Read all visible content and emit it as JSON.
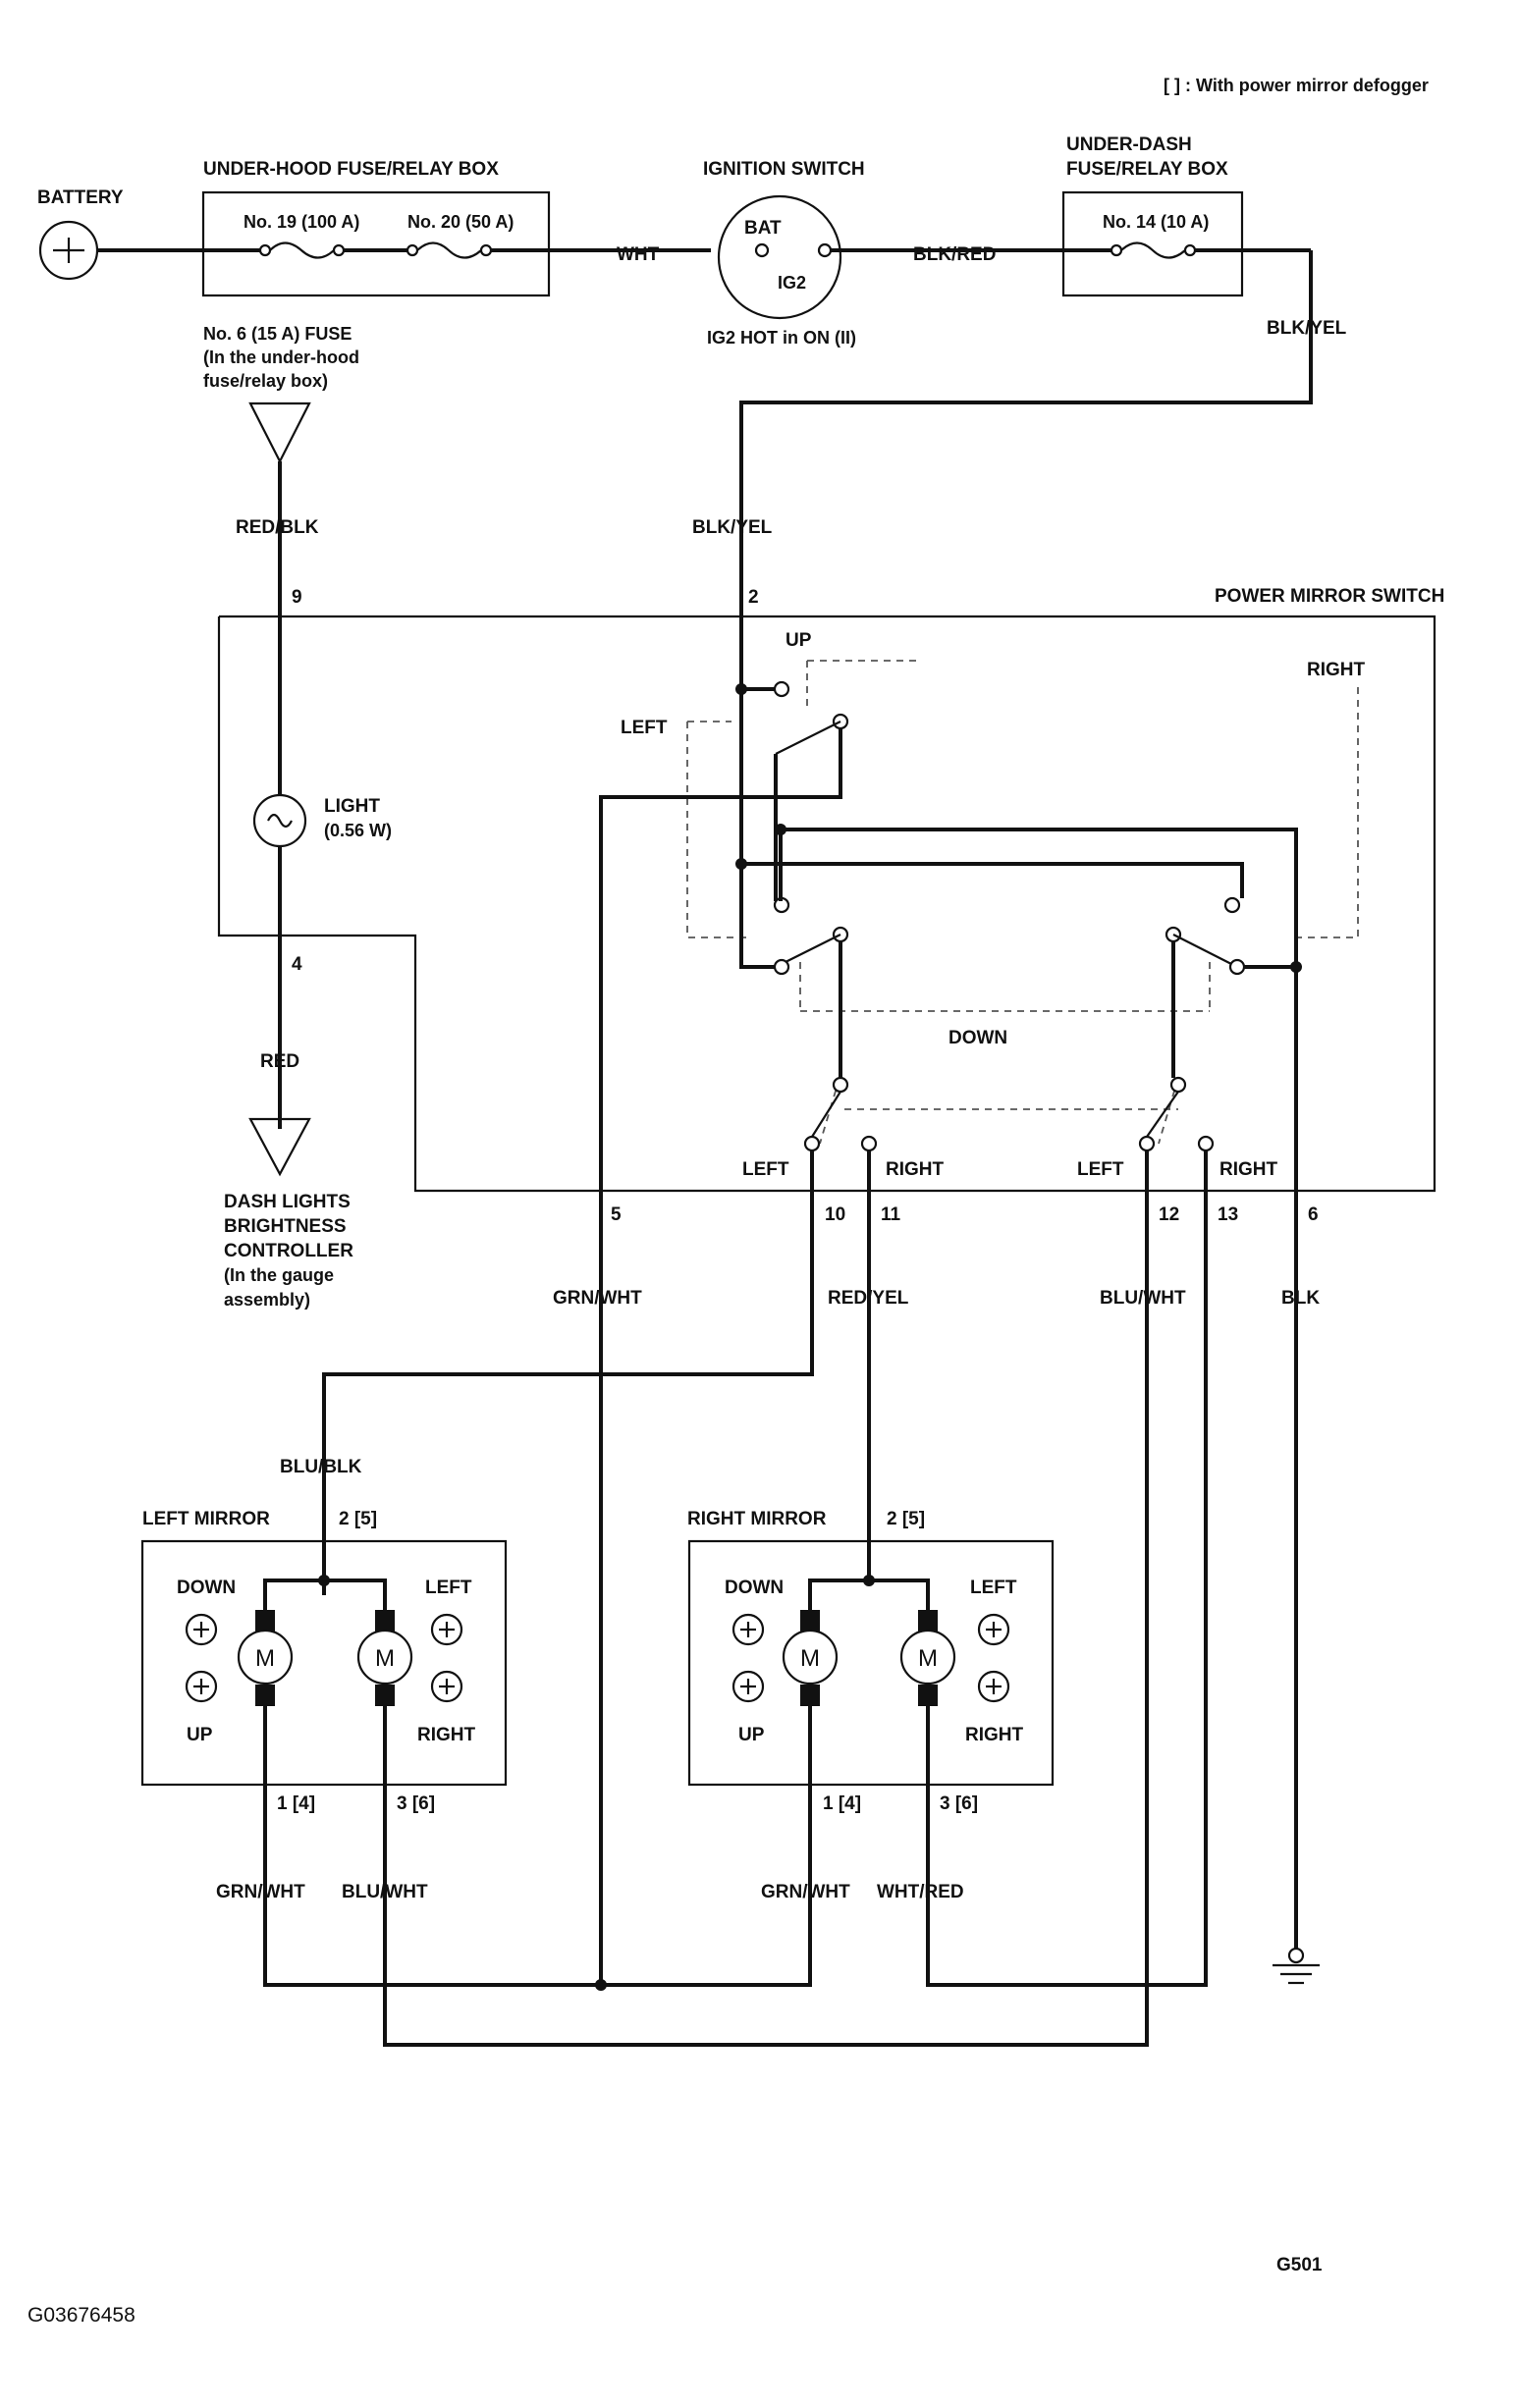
{
  "note": "[  ] : With power mirror defogger",
  "figure_id": "G03676458",
  "battery": {
    "label": "BATTERY"
  },
  "underhood_box": {
    "label": "UNDER-HOOD FUSE/RELAY BOX",
    "fuse_a": "No. 19 (100 A)",
    "fuse_b": "No. 20 (50 A)"
  },
  "fuse6": {
    "line1": "No. 6 (15 A) FUSE",
    "line2": "(In the under-hood",
    "line3": "fuse/relay box)"
  },
  "ignition": {
    "label": "IGNITION SWITCH",
    "bat": "BAT",
    "ig2": "IG2",
    "note": "IG2 HOT in ON (II)"
  },
  "underdash_box": {
    "line1": "UNDER-DASH",
    "line2": "FUSE/RELAY BOX",
    "fuse": "No. 14 (10 A)"
  },
  "switch": {
    "title": "POWER MIRROR SWITCH",
    "up": "UP",
    "down": "DOWN",
    "left": "LEFT",
    "right": "RIGHT",
    "sel_left_a": "LEFT",
    "sel_right_a": "RIGHT",
    "sel_left_b": "LEFT",
    "sel_right_b": "RIGHT"
  },
  "light": {
    "line1": "LIGHT",
    "line2": "(0.56 W)"
  },
  "dash": {
    "line1": "DASH LIGHTS",
    "line2": "BRIGHTNESS",
    "line3": "CONTROLLER",
    "line4": "(In the gauge",
    "line5": "assembly)"
  },
  "pins": {
    "p9": "9",
    "p2": "2",
    "p4": "4",
    "p5": "5",
    "p10": "10",
    "p11": "11",
    "p12": "12",
    "p13": "13",
    "p6": "6"
  },
  "wires": {
    "wht": "WHT",
    "blk_red": "BLK/RED",
    "blk_yel_top": "BLK/YEL",
    "blk_yel": "BLK/YEL",
    "red_blk": "RED/BLK",
    "red": "RED",
    "grn_wht": "GRN/WHT",
    "red_yel": "RED/YEL",
    "blu_wht": "BLU/WHT",
    "blk": "BLK",
    "blu_blk": "BLU/BLK",
    "lm_grn_wht": "GRN/WHT",
    "lm_blu_wht": "BLU/WHT",
    "rm_grn_wht": "GRN/WHT",
    "rm_wht_red": "WHT/RED"
  },
  "left_mirror": {
    "title": "LEFT MIRROR",
    "top_pin": "2  [5]",
    "pin1": "1  [4]",
    "pin3": "3  [6]",
    "down": "DOWN",
    "up": "UP",
    "left": "LEFT",
    "right": "RIGHT",
    "motor": "M"
  },
  "right_mirror": {
    "title": "RIGHT MIRROR",
    "top_pin": "2  [5]",
    "pin1": "1  [4]",
    "pin3": "3  [6]",
    "down": "DOWN",
    "up": "UP",
    "left": "LEFT",
    "right": "RIGHT",
    "motor": "M"
  },
  "ground": {
    "label": "G501"
  }
}
